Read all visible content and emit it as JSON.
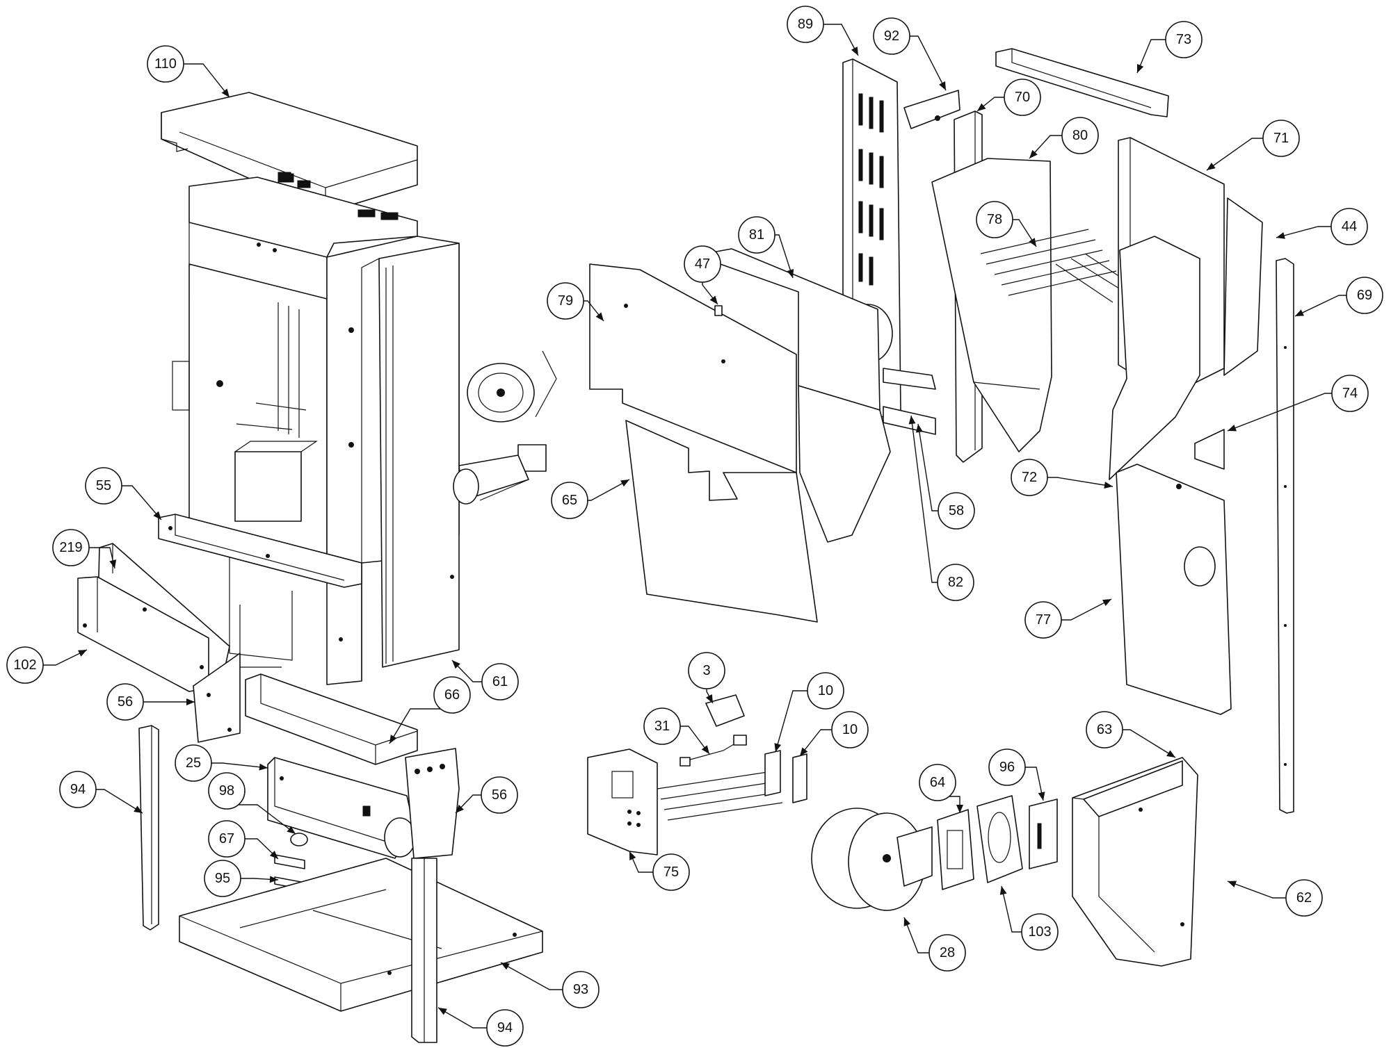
{
  "callouts": [
    "110",
    "89",
    "92",
    "73",
    "70",
    "80",
    "71",
    "44",
    "47",
    "81",
    "79",
    "78",
    "69",
    "74",
    "72",
    "65",
    "58",
    "82",
    "77",
    "55",
    "219",
    "102",
    "61",
    "66",
    "56",
    "56",
    "3",
    "10",
    "10",
    "31",
    "25",
    "98",
    "94",
    "67",
    "95",
    "75",
    "63",
    "64",
    "96",
    "62",
    "28",
    "103",
    "93",
    "94"
  ],
  "colors": {
    "line": "#111111",
    "background": "#ffffff"
  }
}
